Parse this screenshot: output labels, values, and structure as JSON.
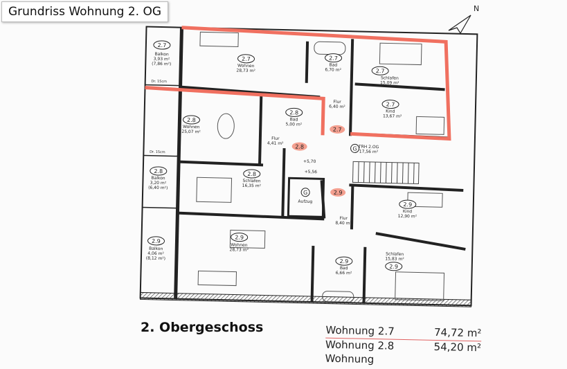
{
  "title": "Grundriss Wohnung 2. OG",
  "north_label": "N",
  "floor_title": "2. Obergeschoss",
  "apartments": [
    {
      "name": "Wohnung 2.7",
      "area": "74,72 m²",
      "highlight": true
    },
    {
      "name": "Wohnung 2.8",
      "area": "54,20 m²"
    },
    {
      "name": "Wohnung"
    }
  ],
  "highlight_color": "#f07060",
  "rooms": [
    {
      "unit": "2.7",
      "name": "Balkon",
      "area": "3,93 m²",
      "area2": "(7,86 m²)"
    },
    {
      "unit": "2.7",
      "name": "Wohnen",
      "area": "28,73 m²"
    },
    {
      "unit": "2.7",
      "name": "Bad",
      "area": "6,70 m²"
    },
    {
      "unit": "2.7",
      "name": "Schlafen",
      "area": "15,09 m²"
    },
    {
      "unit": "2.7",
      "name": "Kind",
      "area": "13,67 m²"
    },
    {
      "unit": "",
      "name": "Flur",
      "area": "6,40 m²"
    },
    {
      "unit": "2.8",
      "name": "Wohnen",
      "area": "25,07 m²"
    },
    {
      "unit": "2.8",
      "name": "Bad",
      "area": "5,00 m²"
    },
    {
      "unit": "",
      "name": "Flur",
      "area": "4,41 m²"
    },
    {
      "unit": "G",
      "name": "TRH 2.OG",
      "area": "17,56 m²"
    },
    {
      "unit": "2.8",
      "name": "Balkon",
      "area": "3,20 m²",
      "area2": "(6,40 m²)"
    },
    {
      "unit": "2.8",
      "name": "Schlafen",
      "area": "16,35 m²"
    },
    {
      "unit": "G",
      "name": "Aufzug",
      "area": ""
    },
    {
      "unit": "2.9",
      "name": "Kind",
      "area": "12,90 m²"
    },
    {
      "unit": "",
      "name": "Flur",
      "area": "8,40 m²"
    },
    {
      "unit": "2.9",
      "name": "Balkon",
      "area": "4,06 m²",
      "area2": "(8,12 m²)"
    },
    {
      "unit": "2.9",
      "name": "Wohnen",
      "area": "28,73 m²"
    },
    {
      "unit": "2.9",
      "name": "Bad",
      "area": "6,66 m²"
    },
    {
      "unit": "2.9",
      "name": "Schlafen",
      "area": "15,83 m²"
    }
  ],
  "entrance_markers": [
    "2.7",
    "2.8",
    "2.9"
  ],
  "levels": [
    "+5,70",
    "+5,56"
  ],
  "dr_labels": [
    "Dr. 15cm",
    "Dr. 15cm"
  ]
}
